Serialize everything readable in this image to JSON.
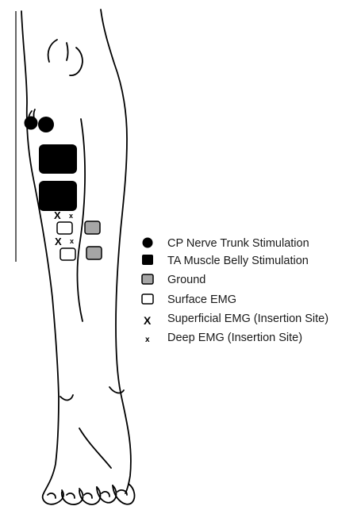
{
  "figure": {
    "subject": "lower leg and foot outline",
    "colors": {
      "line": "#000000",
      "stimulation_fill": "#000000",
      "ground_fill": "#a6a6a6",
      "surface_fill": "#ffffff"
    }
  },
  "legend": {
    "items": [
      {
        "symbol": "filled-circle-icon",
        "label": "CP Nerve Trunk Stimulation"
      },
      {
        "symbol": "filled-square-icon",
        "label": "TA Muscle Belly Stimulation"
      },
      {
        "symbol": "gray-square-icon",
        "label": "Ground"
      },
      {
        "symbol": "open-square-icon",
        "label": "Surface EMG"
      },
      {
        "symbol": "X",
        "label": "Superficial EMG (Insertion Site)"
      },
      {
        "symbol": "x",
        "label": "Deep EMG (Insertion Site)"
      }
    ]
  },
  "markers": {
    "superficial_symbol": "X",
    "deep_symbol": "x"
  }
}
